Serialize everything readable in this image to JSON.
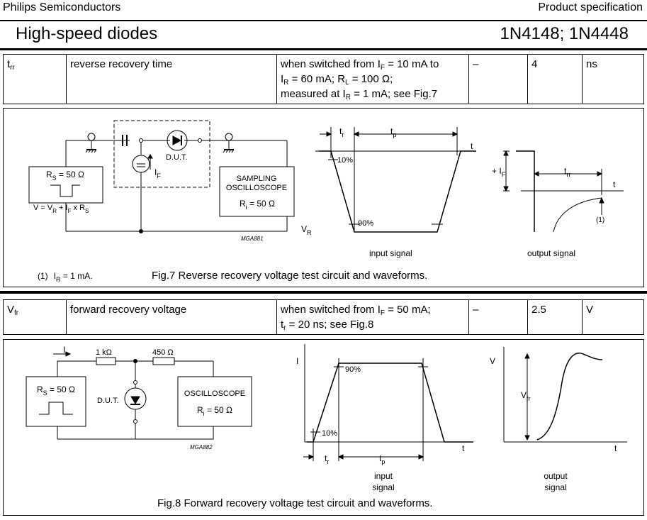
{
  "header": {
    "company": "Philips Semiconductors",
    "doc_type": "Product specification",
    "title": "High-speed diodes",
    "part_numbers": "1N4148; 1N4448"
  },
  "rows": [
    {
      "symbol_main": "t",
      "symbol_sub": "rr",
      "parameter": "reverse recovery time",
      "cond": {
        "l1a": "when switched from I",
        "l1s": "F",
        "l1b": " = 10 mA to",
        "l2a": "I",
        "l2s": "R",
        "l2b": " = 60 mA; R",
        "l2s2": "L",
        "l2c": " = 100 Ω;",
        "l3a": "measured at I",
        "l3s": "R",
        "l3b": " = 1 mA; see Fig.7"
      },
      "min": "–",
      "max": "4",
      "unit": "ns"
    },
    {
      "symbol_main": "V",
      "symbol_sub": "fr",
      "parameter": "forward recovery voltage",
      "cond": {
        "l1a": "when switched from I",
        "l1s": "F",
        "l1b": " = 50 mA;",
        "l2a": "t",
        "l2s": "r",
        "l2b": " = 20 ns; see Fig.8"
      },
      "min": "–",
      "max": "2.5",
      "unit": "V"
    }
  ],
  "fig7": {
    "rs_label": "R",
    "rs_sub": "S",
    "rs_val": " = 50 Ω",
    "v_eq": "V = V",
    "v_eq_sub": "R",
    "v_eq_b": " + I",
    "v_eq_sub2": "F",
    "v_eq_c": " x R",
    "v_eq_sub3": "S",
    "if_label": "I",
    "if_sub": "F",
    "dut": "D.U.T.",
    "scope_l1": "SAMPLING",
    "scope_l2": "OSCILLOSCOPE",
    "ri": "R",
    "ri_sub": "i",
    "ri_val": " = 50 Ω",
    "code": "MGA881",
    "tr": "t",
    "tr_sub": "r",
    "tp": "t",
    "tp_sub": "p",
    "t": "t",
    "pct10": "10%",
    "pct90": "90%",
    "vr": "V",
    "vr_sub": "R",
    "input_label": "input signal",
    "output_label": "output signal",
    "pif": "+ I",
    "pif_sub": "F",
    "trr": "t",
    "trr_sub": "rr",
    "note_marker": "(1)",
    "note_ref": "(1)",
    "note_text": "I",
    "note_sub": "R",
    "note_val": " = 1 mA.",
    "caption": "Fig.7  Reverse recovery voltage test circuit and waveforms."
  },
  "fig8": {
    "i_label": "I",
    "r1": "1 kΩ",
    "r2": "450  Ω",
    "rs_label": "R",
    "rs_sub": "S",
    "rs_val": " = 50 Ω",
    "dut": "D.U.T.",
    "scope": "OSCILLOSCOPE",
    "ri": "R",
    "ri_sub": "i",
    "ri_val": " = 50 Ω",
    "code": "MGA882",
    "axis_i": "I",
    "pct90": "90%",
    "pct10": "10%",
    "t": "t",
    "tr": "t",
    "tr_sub": "r",
    "tp": "t",
    "tp_sub": "p",
    "input_l1": "input",
    "input_l2": "signal",
    "axis_v": "V",
    "vfr": "V",
    "vfr_sub": "fr",
    "output_l1": "output",
    "output_l2": "signal",
    "caption": "Fig.8  Forward recovery voltage test circuit and waveforms."
  }
}
